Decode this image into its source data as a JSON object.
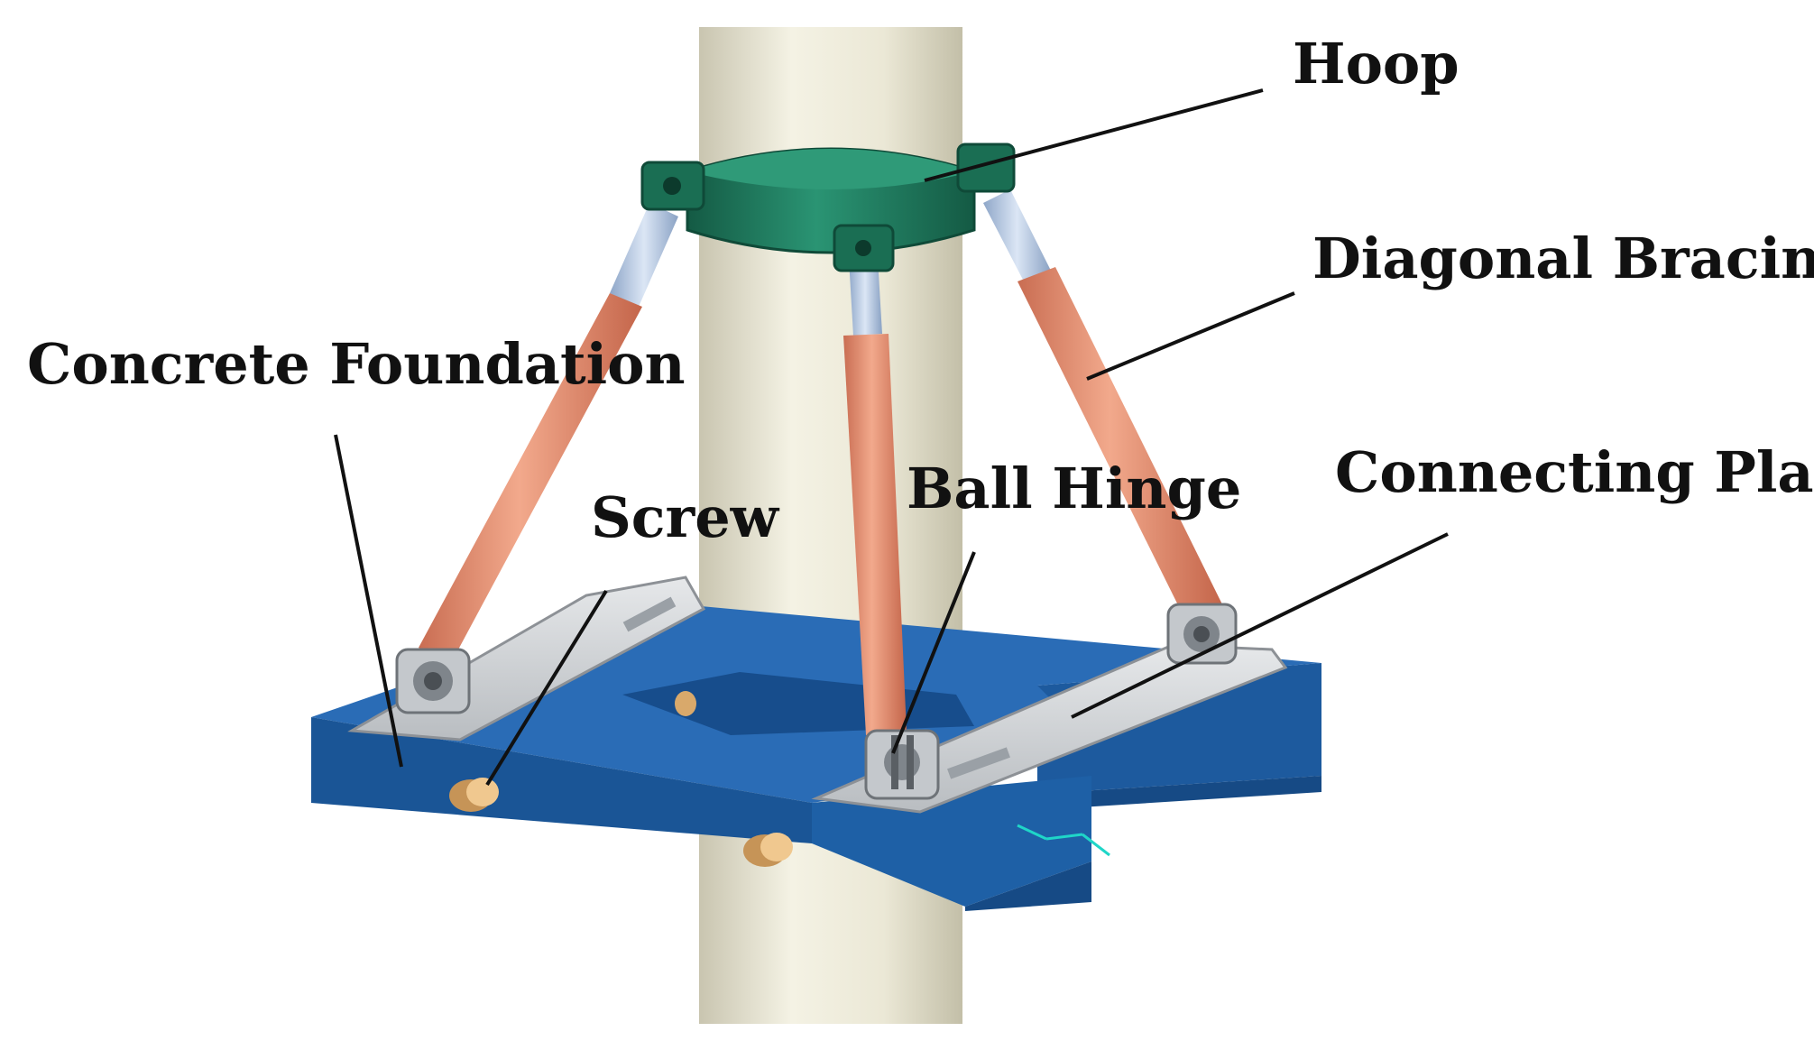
{
  "labels": {
    "hoop": "Hoop",
    "diagonal_bracing": "Diagonal Bracing",
    "concrete_foundation": "Concrete Foundation",
    "connecting_plate": "Connecting Plate",
    "ball_hinge": "Ball Hinge",
    "screw": "Screw"
  },
  "colors": {
    "column": "#ece9d8",
    "foundation": "#1f5fa8",
    "hoop": "#1f7a5e",
    "brace_sleeve": "#e89677",
    "brace_rod": "#b8cbe6",
    "plate": "#d3d6d8",
    "screw": "#e0b47a",
    "leader": "#111111"
  }
}
